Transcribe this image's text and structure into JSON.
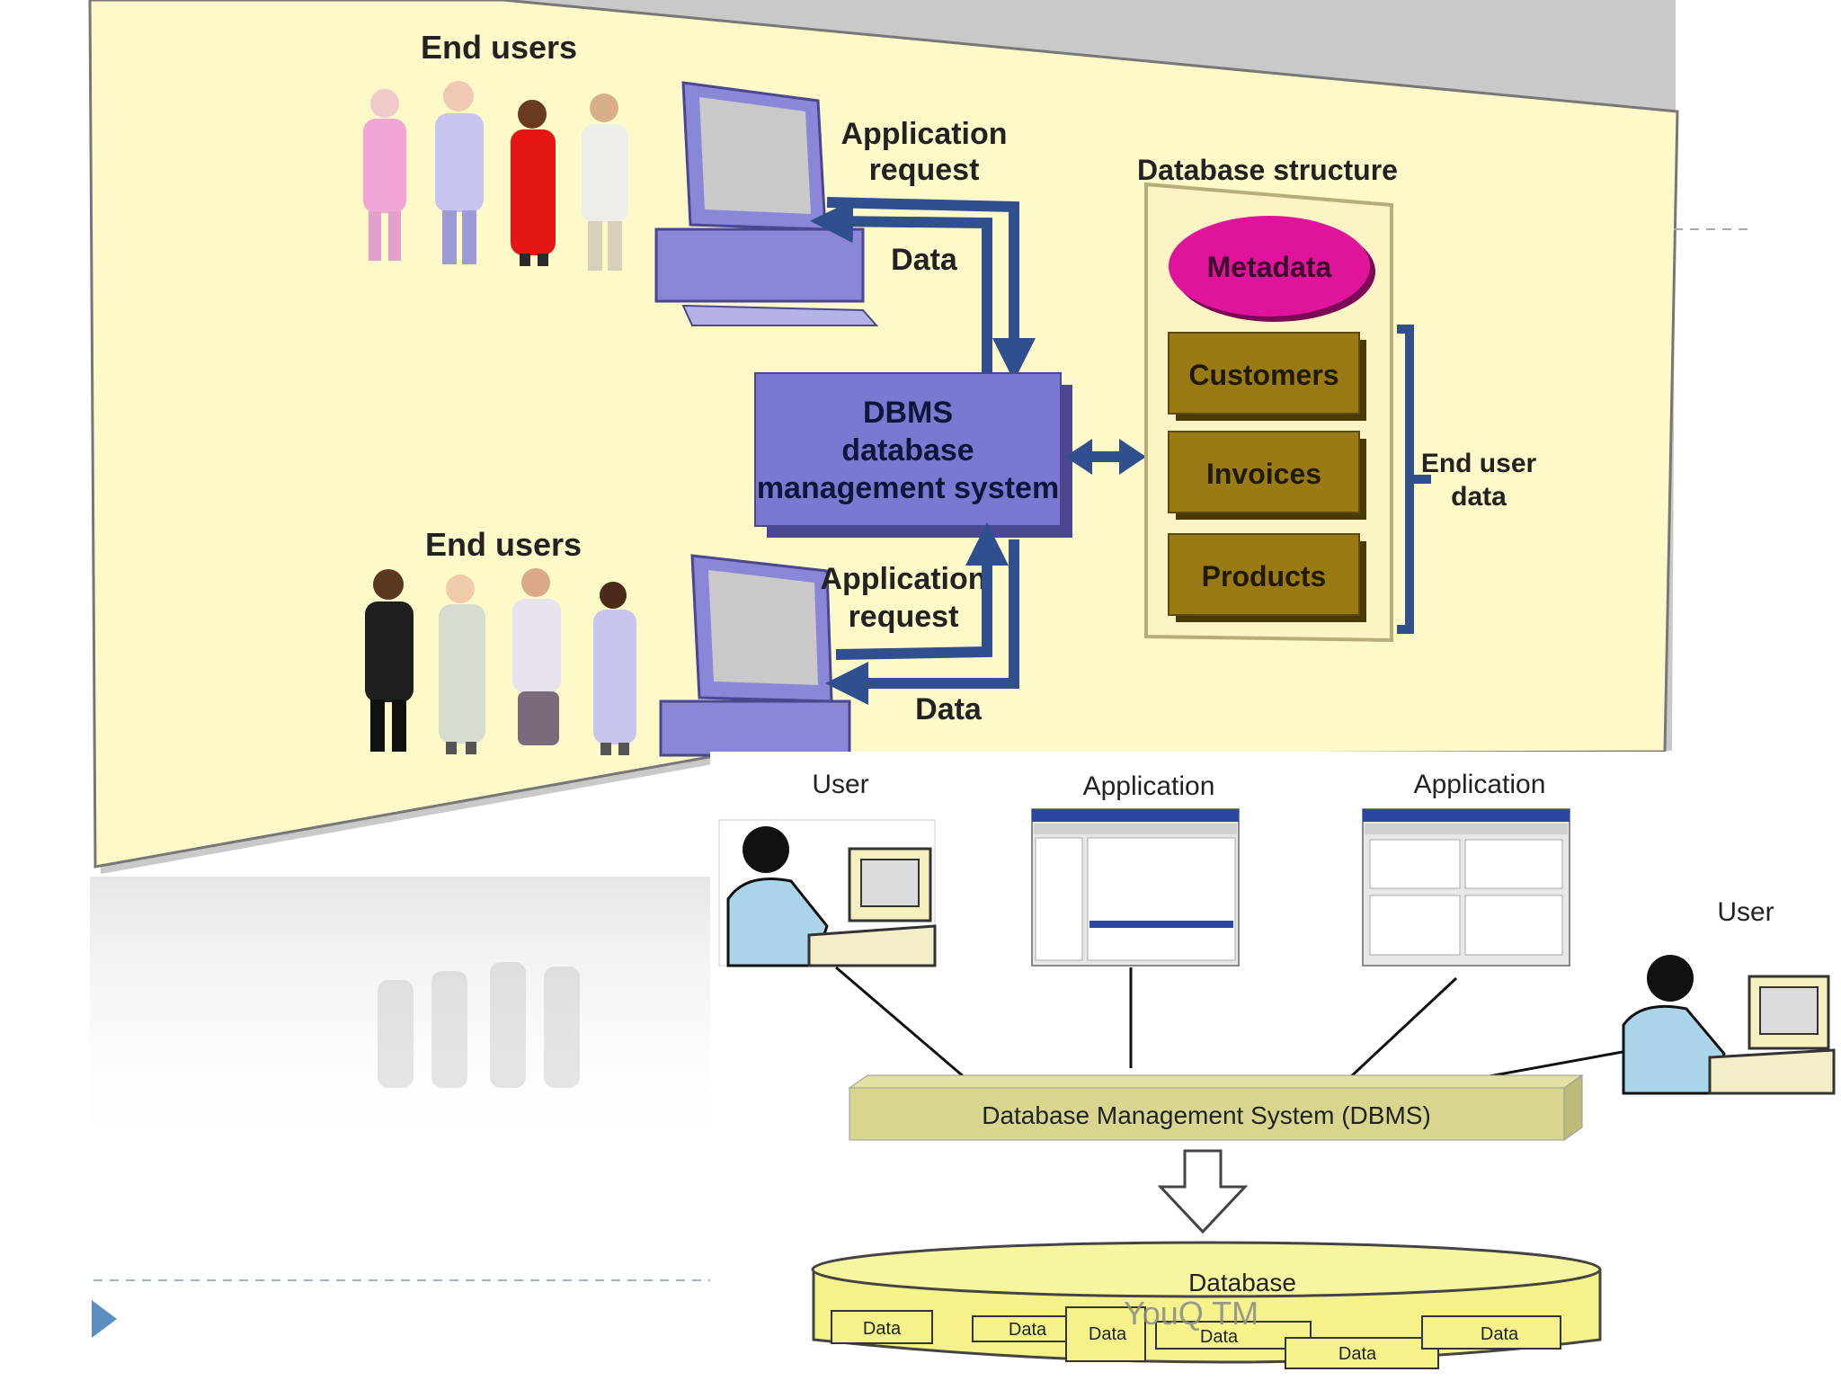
{
  "top_diagram": {
    "end_users_top": "End users",
    "end_users_bottom": "End users",
    "app_request_top": [
      "Application",
      "request"
    ],
    "app_request_bottom": [
      "Application",
      "request"
    ],
    "data_top": "Data",
    "data_bottom": "Data",
    "dbms": [
      "DBMS",
      "database",
      "management system"
    ],
    "db_structure": "Database structure",
    "metadata": "Metadata",
    "tables": [
      "Customers",
      "Invoices",
      "Products"
    ],
    "end_user_data": [
      "End user",
      "data"
    ]
  },
  "bottom_diagram": {
    "user_left": "User",
    "app_1": "Application",
    "app_2": "Application",
    "user_right": "User",
    "dbms_bar": "Database Management System (DBMS)",
    "database": "Database",
    "data_label": "Data"
  },
  "footer": {
    "mark": "YouQ TM"
  },
  "colors": {
    "slide_bg": "#fdf9c8",
    "dbms_box": "#7b78d2",
    "arrow": "#2f4f8f",
    "metadata": "#e0139d",
    "table_box": "#9a7a14",
    "db_yellow": "#f5f28a"
  }
}
